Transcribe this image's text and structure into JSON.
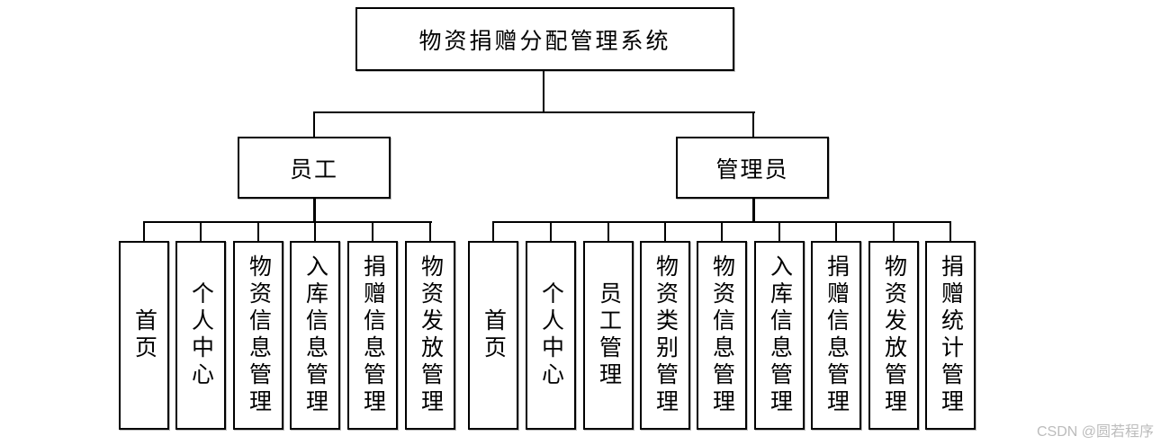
{
  "diagram": {
    "title": "物资捐赠分配管理系统",
    "root": {
      "label": "物资捐赠分配管理系统"
    },
    "branches": [
      {
        "label": "员工",
        "children": [
          "首页",
          "个人中心",
          "物资信息管理",
          "入库信息管理",
          "捐赠信息管理",
          "物资发放管理"
        ]
      },
      {
        "label": "管理员",
        "children": [
          "首页",
          "个人中心",
          "员工管理",
          "物资类别管理",
          "物资信息管理",
          "入库信息管理",
          "捐赠信息管理",
          "物资发放管理",
          "捐赠统计管理"
        ]
      }
    ]
  },
  "watermark": {
    "text": "CSDN @圆若程序",
    "color": "#bcbcbc"
  },
  "colors": {
    "background": "#ffffff",
    "line": "#000000",
    "box_border": "#000000",
    "box_fill": "#ffffff"
  }
}
